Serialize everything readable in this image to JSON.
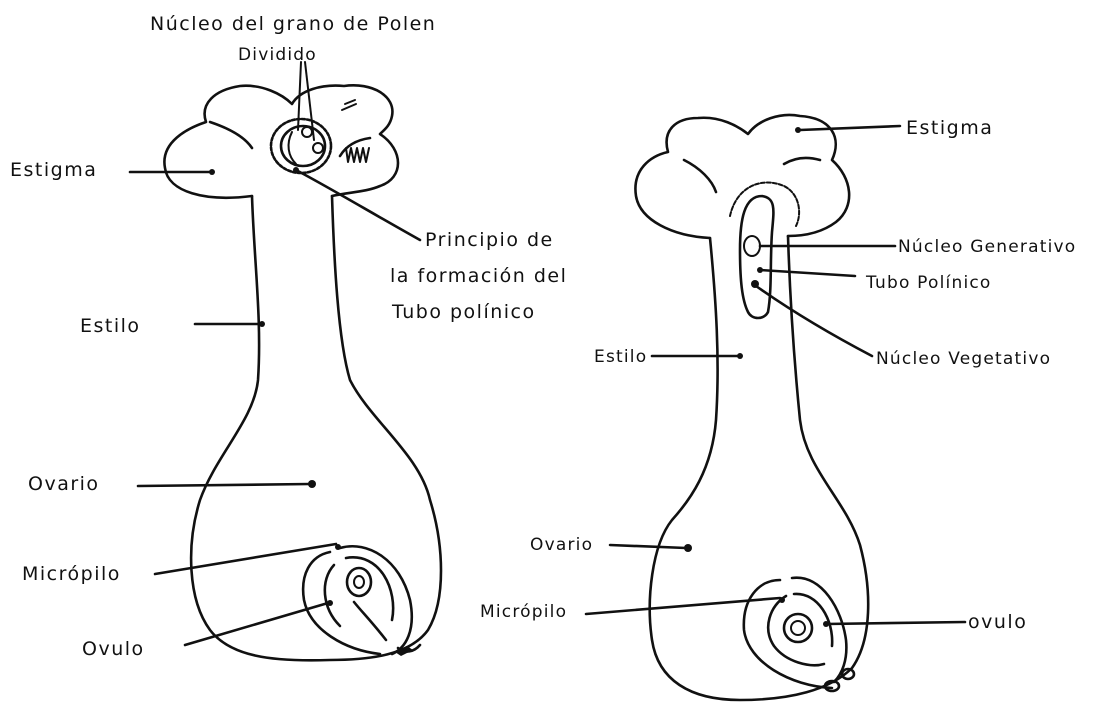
{
  "left_figure": {
    "label_nucleo_grano": "Núcleo del grano de Polen",
    "label_dividido": "Dividido",
    "label_estigma": "Estigma",
    "label_principio_1": "Principio de",
    "label_principio_2": "la formación del",
    "label_principio_3": "Tubo polínico",
    "label_estilo": "Estilo",
    "label_ovario": "Ovario",
    "label_micropilo": "Micrópilo",
    "label_ovulo": "Ovulo"
  },
  "right_figure": {
    "label_estigma": "Estigma",
    "label_nucleo_generativo": "Núcleo Generativo",
    "label_tubo_polinico": "Tubo Polínico",
    "label_nucleo_vegetativo": "Núcleo Vegetativo",
    "label_estilo": "Estilo",
    "label_ovario": "Ovario",
    "label_micropilo": "Micrópilo",
    "label_ovulo": "ovulo"
  }
}
